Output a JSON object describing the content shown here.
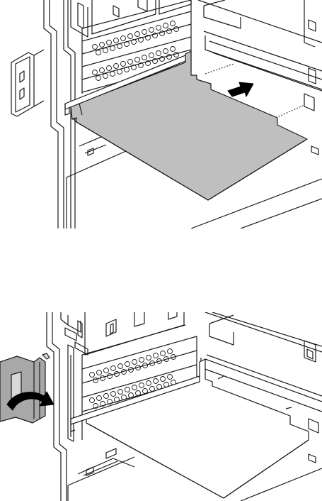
{
  "illustration": {
    "steps": [
      {
        "id": "step-1",
        "action": "insert-card",
        "arrow_icon": "push-arrow-icon"
      },
      {
        "id": "step-2",
        "action": "close-retainer-latch",
        "arrow_icon": "curved-arrow-icon"
      }
    ],
    "colors": {
      "card_fill": "#bfbfbf",
      "latch_fill": "#a8a8a8",
      "line": "#1a1a1a",
      "slot_fill": "#f4f4f4",
      "background": "#ffffff"
    }
  }
}
